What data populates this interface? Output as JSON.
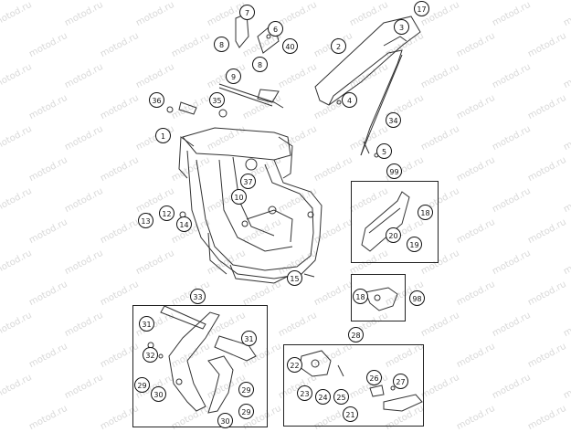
{
  "watermark": "motod.ru",
  "callouts": {
    "c1": "1",
    "c2": "2",
    "c3": "3",
    "c4": "4",
    "c5": "5",
    "c6": "6",
    "c7": "7",
    "c8a": "8",
    "c8b": "8",
    "c9": "9",
    "c10": "10",
    "c12": "12",
    "c13": "13",
    "c14": "14",
    "c15": "15",
    "c17": "17",
    "c18a": "18",
    "c18b": "18",
    "c19": "19",
    "c20": "20",
    "c21": "21",
    "c22": "22",
    "c23": "23",
    "c24": "24",
    "c25": "25",
    "c26": "26",
    "c27": "27",
    "c28": "28",
    "c29a": "29",
    "c29b": "29",
    "c29c": "29",
    "c30a": "30",
    "c30b": "30",
    "c31a": "31",
    "c31b": "31",
    "c32": "32",
    "c33": "33",
    "c34": "34",
    "c35": "35",
    "c36": "36",
    "c37": "37",
    "c40": "40",
    "c98": "98",
    "c99": "99"
  }
}
